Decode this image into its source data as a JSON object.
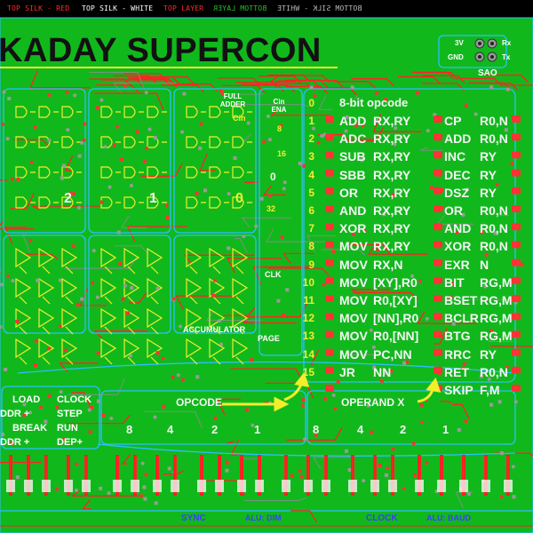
{
  "legend": [
    {
      "text": "TOP SILK - RED",
      "color": "#ff2a2a"
    },
    {
      "text": "TOP SILK - WHITE",
      "color": "#ffffff"
    },
    {
      "text": "TOP LAYER",
      "color": "#ff2a2a"
    },
    {
      "text": "BOTTOM LAYER",
      "color": "#22c22a",
      "mirrored": true
    },
    {
      "text": "BOTTOM SILK - WHITE",
      "color": "#bcbcbc",
      "mirrored": true
    }
  ],
  "title": "KADAY SUPERCON",
  "sao": {
    "label": "SAO",
    "pins": [
      "3V",
      "GND",
      "Rx",
      "Tx"
    ]
  },
  "block_labels": {
    "full_adder": "FULL ADDER",
    "cin": "Cin",
    "cin_ena": "Cin ENA",
    "accumulator": "ACCUMULATOR",
    "page": "PAGE",
    "clk": "CLK",
    "mid_tags": [
      "8",
      "16",
      "32",
      "0"
    ]
  },
  "slice_numbers": [
    "2",
    "1",
    "0"
  ],
  "opcode_table": {
    "header_num": "0",
    "header": "8-bit opcode",
    "rows": [
      {
        "num": "1",
        "left": "ADD",
        "left_arg": "RX,RY",
        "right": "CP",
        "right_arg": "R0,N"
      },
      {
        "num": "2",
        "left": "ADC",
        "left_arg": "RX,RY",
        "right": "ADD",
        "right_arg": "R0,N"
      },
      {
        "num": "3",
        "left": "SUB",
        "left_arg": "RX,RY",
        "right": "INC",
        "right_arg": "RY"
      },
      {
        "num": "4",
        "left": "SBB",
        "left_arg": "RX,RY",
        "right": "DEC",
        "right_arg": "RY"
      },
      {
        "num": "5",
        "left": "OR",
        "left_arg": "RX,RY",
        "right": "DSZ",
        "right_arg": "RY"
      },
      {
        "num": "6",
        "left": "AND",
        "left_arg": "RX,RY",
        "right": "OR",
        "right_arg": "R0,N"
      },
      {
        "num": "7",
        "left": "XOR",
        "left_arg": "RX,RY",
        "right": "AND",
        "right_arg": "R0,N"
      },
      {
        "num": "8",
        "left": "MOV",
        "left_arg": "RX,RY",
        "right": "XOR",
        "right_arg": "R0,N"
      },
      {
        "num": "9",
        "left": "MOV",
        "left_arg": "RX,N",
        "right": "EXR",
        "right_arg": "N"
      },
      {
        "num": "10",
        "left": "MOV",
        "left_arg": "[XY],R0",
        "right": "BIT",
        "right_arg": "RG,M"
      },
      {
        "num": "11",
        "left": "MOV",
        "left_arg": "R0,[XY]",
        "right": "BSET",
        "right_arg": "RG,M"
      },
      {
        "num": "12",
        "left": "MOV",
        "left_arg": "[NN],R0",
        "right": "BCLR",
        "right_arg": "RG,M"
      },
      {
        "num": "13",
        "left": "MOV",
        "left_arg": "R0,[NN]",
        "right": "BTG",
        "right_arg": "RG,M"
      },
      {
        "num": "14",
        "left": "MOV",
        "left_arg": "PC,NN",
        "right": "RRC",
        "right_arg": "RY"
      },
      {
        "num": "15",
        "left": "JR",
        "left_arg": "NN",
        "right": "RET",
        "right_arg": "R0,N"
      },
      {
        "num": "",
        "left": "",
        "left_arg": "",
        "right": "SKIP",
        "right_arg": "F,M"
      }
    ]
  },
  "opcode_label": "OPCODE",
  "operand_label": "OPERAND X",
  "controls": [
    {
      "left": "LOAD",
      "right": "CLOCK"
    },
    {
      "left": "DDR +",
      "right": "STEP"
    },
    {
      "left": "BREAK",
      "right": "RUN"
    },
    {
      "left": "DDR +",
      "right": "DEP+"
    }
  ],
  "bit_weights_left": [
    "8",
    "4",
    "2",
    "1"
  ],
  "bit_weights_right": [
    "8",
    "4",
    "2",
    "1"
  ],
  "bottom_labels": [
    "SYNC",
    "ALU: DIM",
    "CLOCK",
    "ALU: BAUD"
  ],
  "colors": {
    "board": "#11b81c",
    "copper_red": "#ff2222",
    "silk_yellow": "#f2ee2a",
    "outline_cyan": "#2ac0ff",
    "pad_gray": "#9a9a9a"
  }
}
